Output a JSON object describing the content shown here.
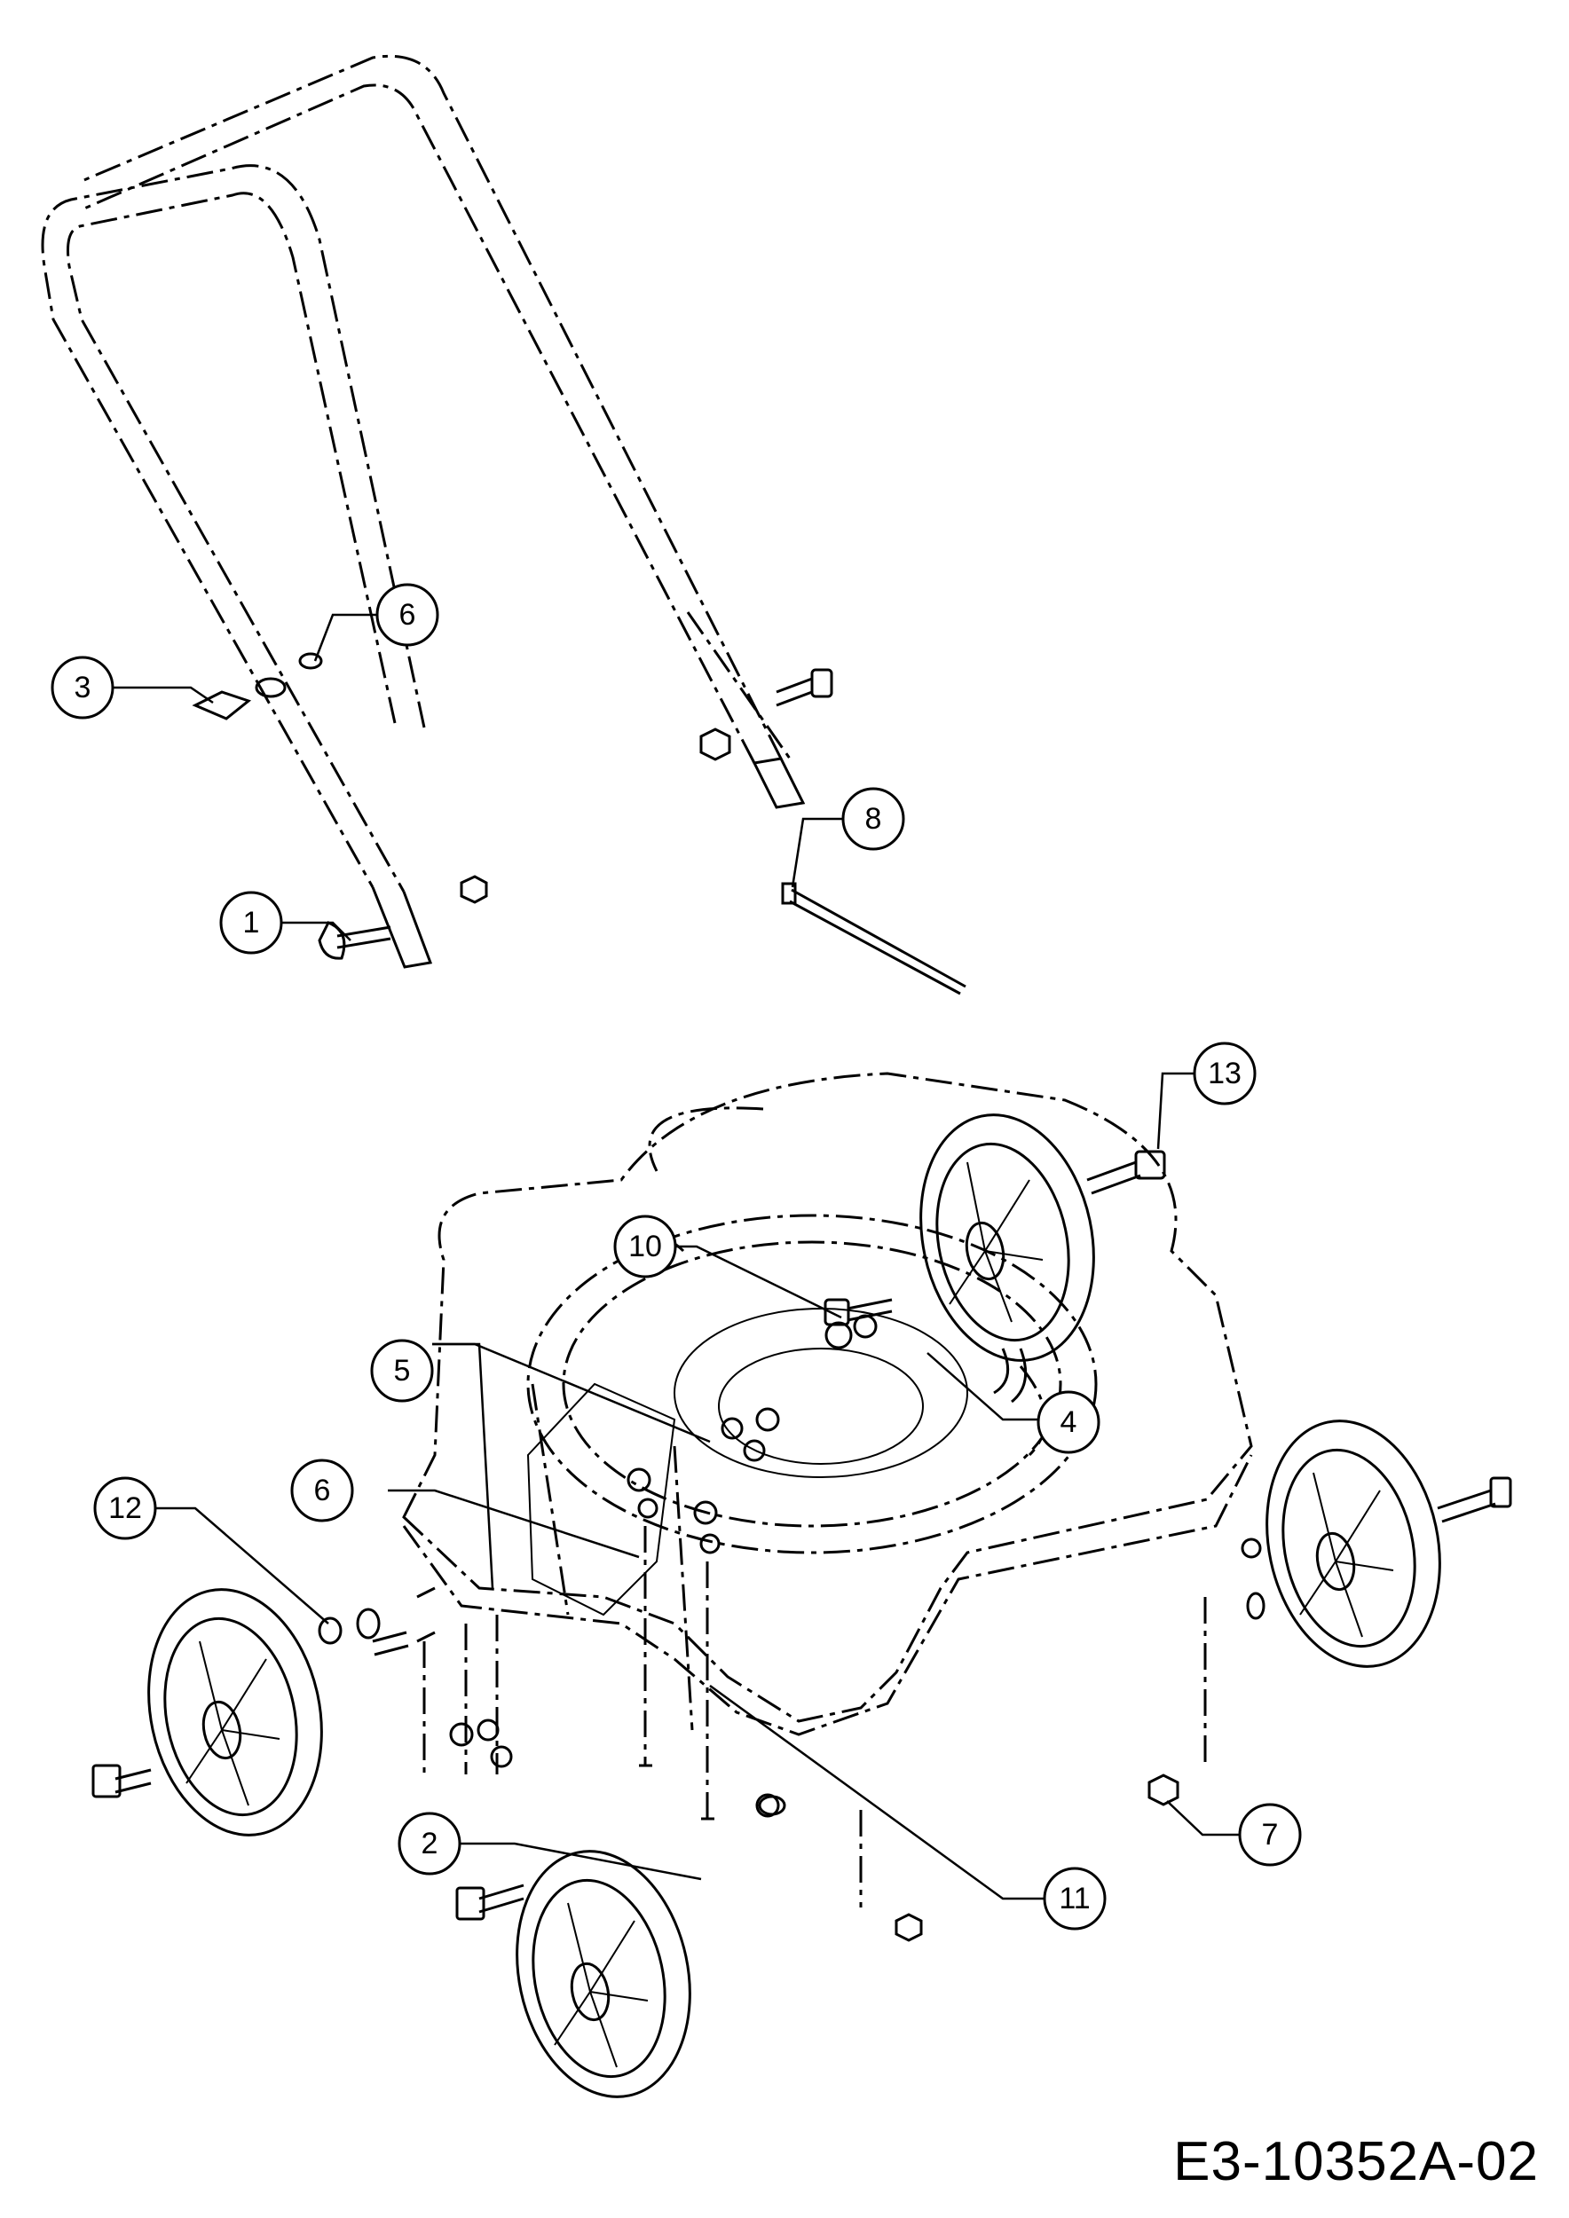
{
  "callouts": [
    {
      "id": "c1",
      "label": "1"
    },
    {
      "id": "c2",
      "label": "2"
    },
    {
      "id": "c3",
      "label": "3"
    },
    {
      "id": "c4",
      "label": "4"
    },
    {
      "id": "c5",
      "label": "5"
    },
    {
      "id": "c6a",
      "label": "6"
    },
    {
      "id": "c6b",
      "label": "6"
    },
    {
      "id": "c7",
      "label": "7"
    },
    {
      "id": "c8",
      "label": "8"
    },
    {
      "id": "c10",
      "label": "10"
    },
    {
      "id": "c11",
      "label": "11"
    },
    {
      "id": "c12",
      "label": "12"
    },
    {
      "id": "c13",
      "label": "13"
    }
  ],
  "drawing_code": "E3-10352A-02"
}
